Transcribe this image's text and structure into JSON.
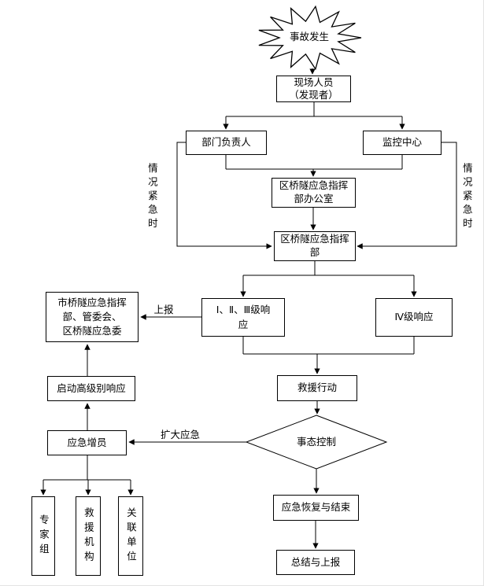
{
  "diagram": {
    "nodes": {
      "accident": {
        "label": "事故发生"
      },
      "onsite": {
        "label": "现场人员\n（发现者）"
      },
      "dept_head": {
        "label": "部门负责人"
      },
      "monitor_center": {
        "label": "监控中心"
      },
      "command_office": {
        "label": "区桥隧应急指挥\n部办公室"
      },
      "command_hq": {
        "label": "区桥隧应急指挥\n部"
      },
      "response_123": {
        "label": "Ⅰ、Ⅱ、Ⅲ级响\n应"
      },
      "response_4": {
        "label": "Ⅳ级响应"
      },
      "city_hq": {
        "label": "市桥隧应急指挥\n部、管委会、\n区桥隧应急委"
      },
      "start_high_response": {
        "label": "启动高级别响应"
      },
      "reinforcement": {
        "label": "应急增员"
      },
      "rescue_action": {
        "label": "救援行动"
      },
      "situation_control": {
        "label": "事态控制"
      },
      "recovery_end": {
        "label": "应急恢复与结束"
      },
      "summary_report": {
        "label": "总结与上报"
      },
      "expert_group": {
        "label": "专家组"
      },
      "rescue_org": {
        "label": "救援机构"
      },
      "related_units": {
        "label": "关联单位"
      }
    },
    "edge_labels": {
      "report_up": "上报",
      "expand_emergency": "扩大应急",
      "urgent_left": "情况紧急时",
      "urgent_right": "情况紧急时"
    },
    "colors": {
      "line": "#000000",
      "node_fill": "#ffffff",
      "background": "#ffffff"
    }
  }
}
